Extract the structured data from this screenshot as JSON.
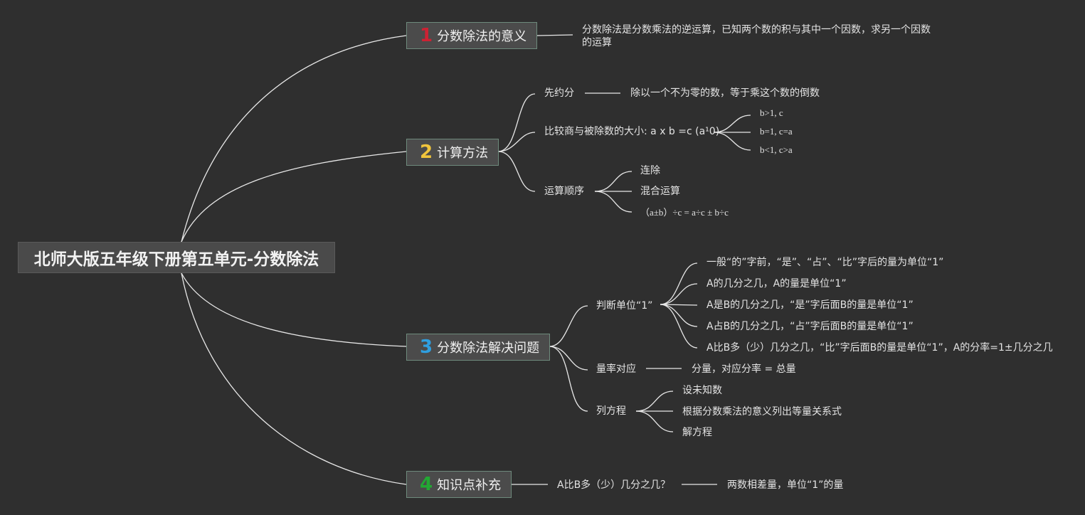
{
  "root": {
    "label": "北师大版五年级下册第五单元-分数除法"
  },
  "branches": [
    {
      "num": "1",
      "label": "分数除法的意义",
      "color": "#cc2233",
      "detail": "分数除法是分数乘法的逆运算，已知两个数的积与其中一个因数，求另一个因数的运算"
    },
    {
      "num": "2",
      "label": "计算方法",
      "color": "#f0c43c",
      "items": [
        {
          "label": "先约分",
          "detail": "除以一个不为零的数，等于乘这个数的倒数"
        },
        {
          "label": "比较商与被除数的大小: a x b =c (a¹0)",
          "children": [
            "b>1, c",
            "b=1, c=a",
            "b<1, c>a"
          ]
        },
        {
          "label": "运算顺序",
          "children": [
            "连除",
            "混合运算",
            "（a±b）÷c = a÷c ± b÷c"
          ]
        }
      ]
    },
    {
      "num": "3",
      "label": "分数除法解决问题",
      "color": "#2f9fe0",
      "items": [
        {
          "label": "判断单位“1”",
          "children": [
            "一般“的”字前，“是”、“占”、“比”字后的量为单位“1”",
            "A的几分之几，A的量是单位“1”",
            "A是B的几分之几，“是”字后面B的量是单位“1”",
            "A占B的几分之几，“占”字后面B的量是单位“1”",
            "A比B多（少）几分之几，“比”字后面B的量是单位“1”，A的分率=1±几分之几"
          ]
        },
        {
          "label": "量率对应",
          "detail": "分量，对应分率 = 总量"
        },
        {
          "label": "列方程",
          "children": [
            "设未知数",
            "根据分数乘法的意义列出等量关系式",
            "解方程"
          ]
        }
      ]
    },
    {
      "num": "4",
      "label": "知识点补充",
      "color": "#22a833",
      "items": [
        {
          "label": "A比B多（少）几分之几？",
          "detail": "两数相差量，单位“1”的量"
        }
      ]
    }
  ]
}
